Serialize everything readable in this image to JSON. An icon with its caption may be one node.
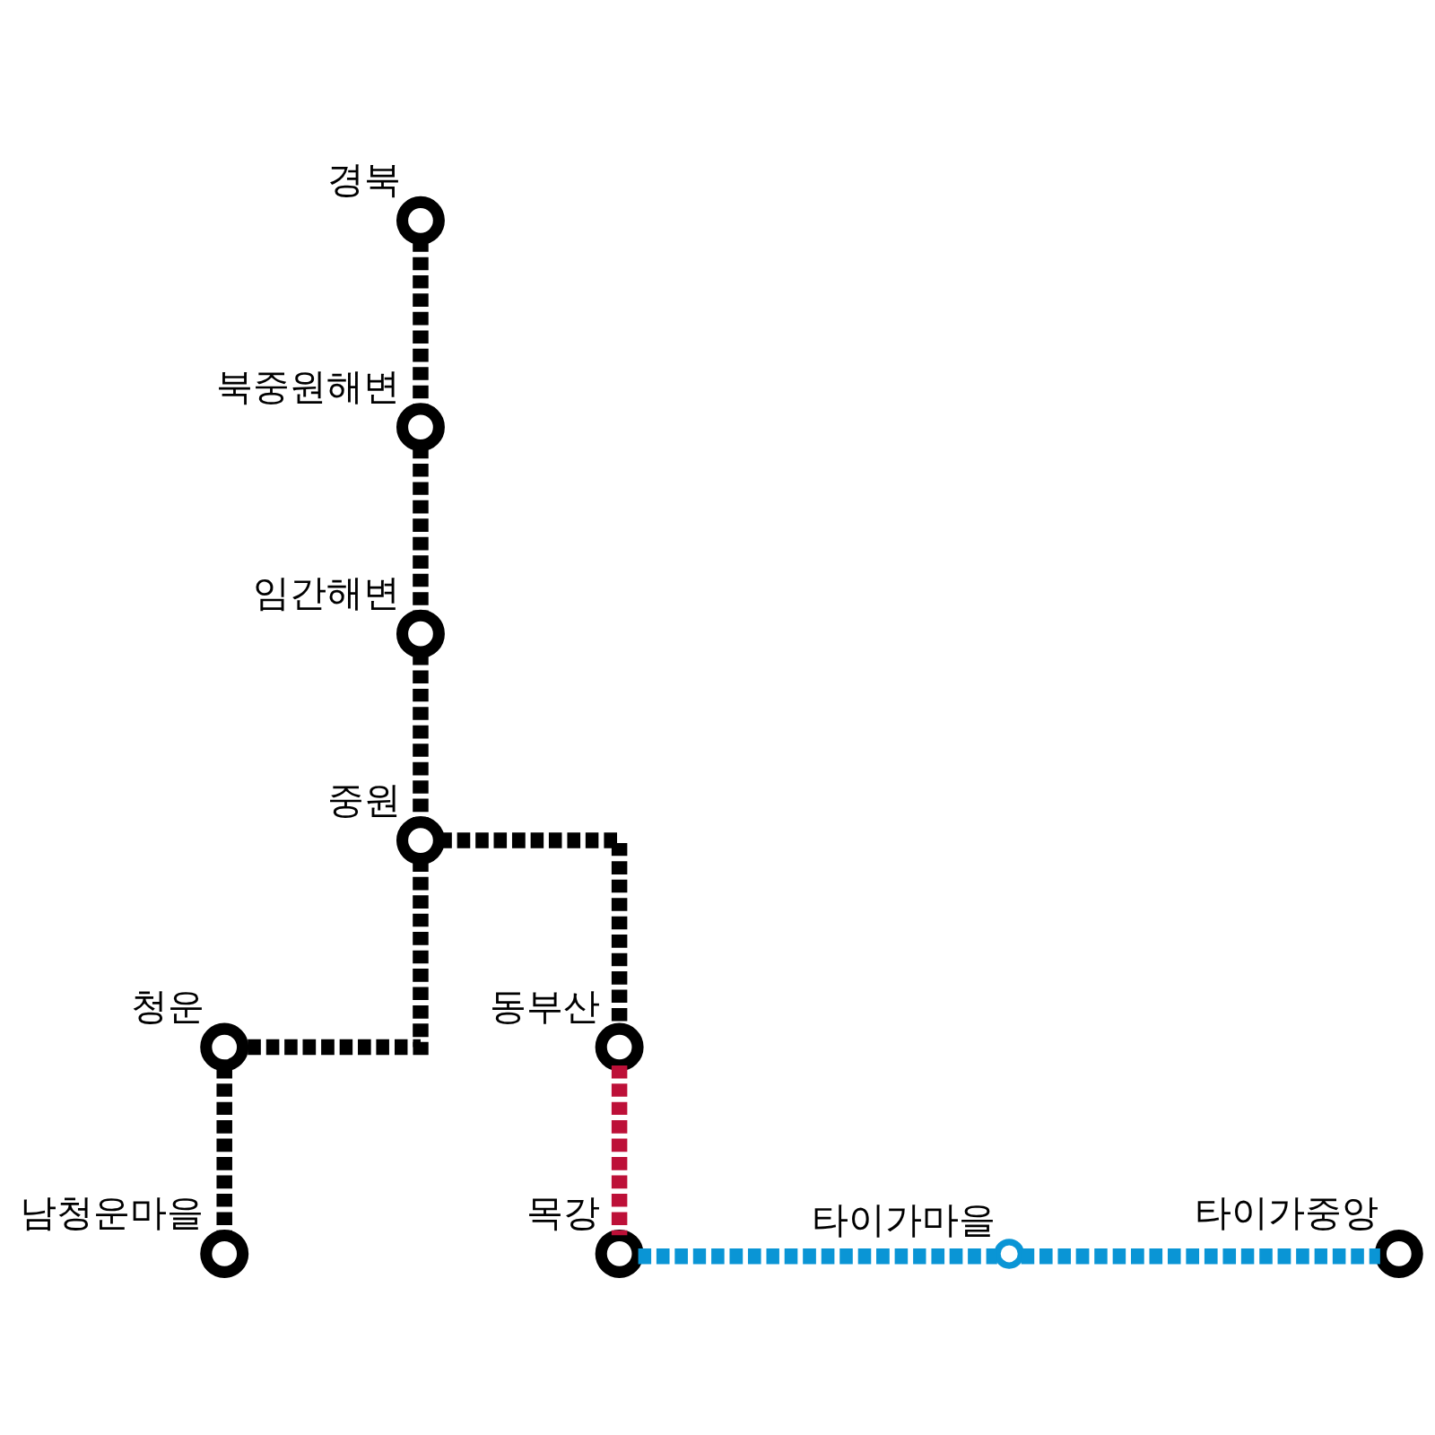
{
  "diagram": {
    "nodes": [
      {
        "text": [],
        "shape": "circle",
        "beside": [
          "경북"
        ]
      },
      {
        "text": [],
        "shape": "circle",
        "beside": [
          "북중원해변"
        ]
      },
      {
        "text": [],
        "shape": "circle",
        "beside": [
          "임간해변"
        ]
      },
      {
        "text": [],
        "shape": "circle",
        "beside": [
          "중원"
        ]
      },
      {
        "text": [],
        "shape": "circle",
        "beside": [
          "청운"
        ]
      },
      {
        "text": [],
        "shape": "circle",
        "beside": [
          "남청운마을"
        ]
      },
      {
        "text": [],
        "shape": "circle",
        "beside": [
          "동부산"
        ]
      },
      {
        "text": [],
        "shape": "circle",
        "beside": [
          "목강"
        ]
      },
      {
        "text": [],
        "shape": "circle",
        "beside": [
          "타이가마을"
        ]
      },
      {
        "text": [],
        "shape": "circle",
        "beside": [
          "타이가중앙"
        ]
      }
    ],
    "edges": [
      {
        "from": 0,
        "to": 1,
        "arrow": "none",
        "style": "dashed"
      },
      {
        "from": 1,
        "to": 2,
        "arrow": "none",
        "style": "dashed"
      },
      {
        "from": 2,
        "to": 3,
        "arrow": "none",
        "style": "dashed"
      },
      {
        "from": 3,
        "to": 4,
        "arrow": "none",
        "style": "dashed"
      },
      {
        "from": 4,
        "to": 5,
        "arrow": "none",
        "style": "dashed"
      },
      {
        "from": 3,
        "to": 6,
        "arrow": "none",
        "style": "dashed"
      },
      {
        "from": 6,
        "to": 7,
        "arrow": "none",
        "style": "dashed",
        "color": "#bd1038"
      },
      {
        "from": 7,
        "to": 8,
        "arrow": "none",
        "style": "dashed",
        "color": "#0a95d5"
      },
      {
        "from": 8,
        "to": 9,
        "arrow": "none",
        "style": "dashed",
        "color": "#0a95d5"
      }
    ]
  }
}
